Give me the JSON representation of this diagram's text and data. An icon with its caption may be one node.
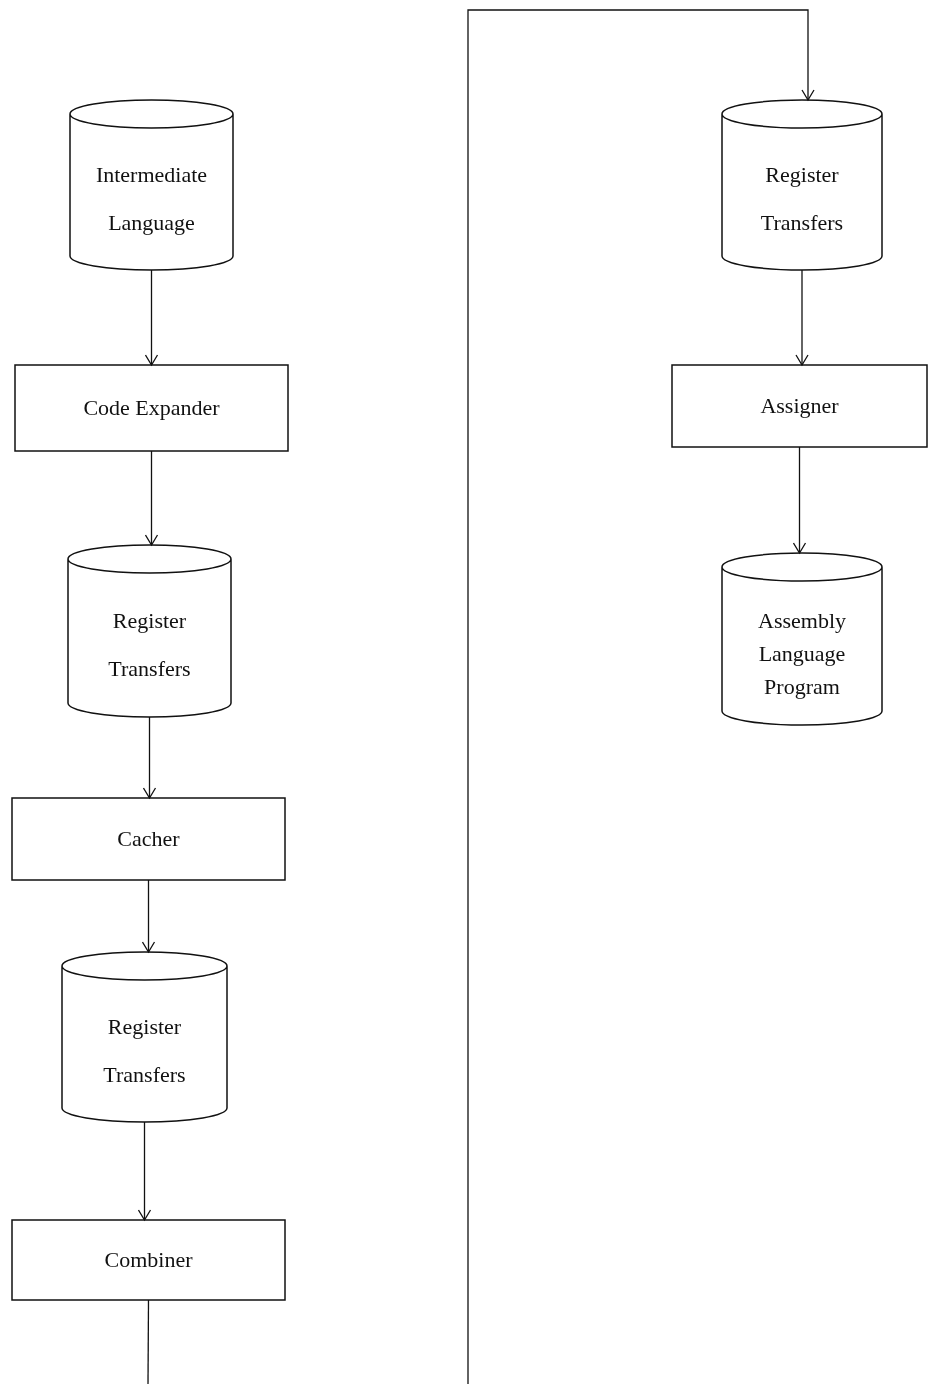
{
  "diagram": {
    "nodes": [
      {
        "text": [
          "Intermediate Language"
        ]
      },
      {
        "text": [
          "Code Expander"
        ]
      },
      {
        "text": [
          "Register Transfers"
        ]
      },
      {
        "text": [
          "Cacher"
        ]
      },
      {
        "text": [
          "Register Transfers"
        ]
      },
      {
        "text": [
          "Combiner"
        ]
      },
      {
        "text": [
          "Register Transfers"
        ]
      },
      {
        "text": [
          "Assigner"
        ]
      },
      {
        "text": [
          "Assembly Language Program"
        ]
      }
    ],
    "edges": [
      {
        "from": 0,
        "to": 1,
        "arrow": "to"
      },
      {
        "from": 1,
        "to": 2,
        "arrow": "to"
      },
      {
        "from": 2,
        "to": 3,
        "arrow": "to"
      },
      {
        "from": 3,
        "to": 4,
        "arrow": "to"
      },
      {
        "from": 4,
        "to": 5,
        "arrow": "to"
      },
      {
        "from": 5,
        "to": null,
        "arrow": "none"
      },
      {
        "from": null,
        "to": 6,
        "arrow": "to"
      },
      {
        "from": 6,
        "to": 7,
        "arrow": "to"
      },
      {
        "from": 7,
        "to": 8,
        "arrow": "to"
      }
    ]
  }
}
